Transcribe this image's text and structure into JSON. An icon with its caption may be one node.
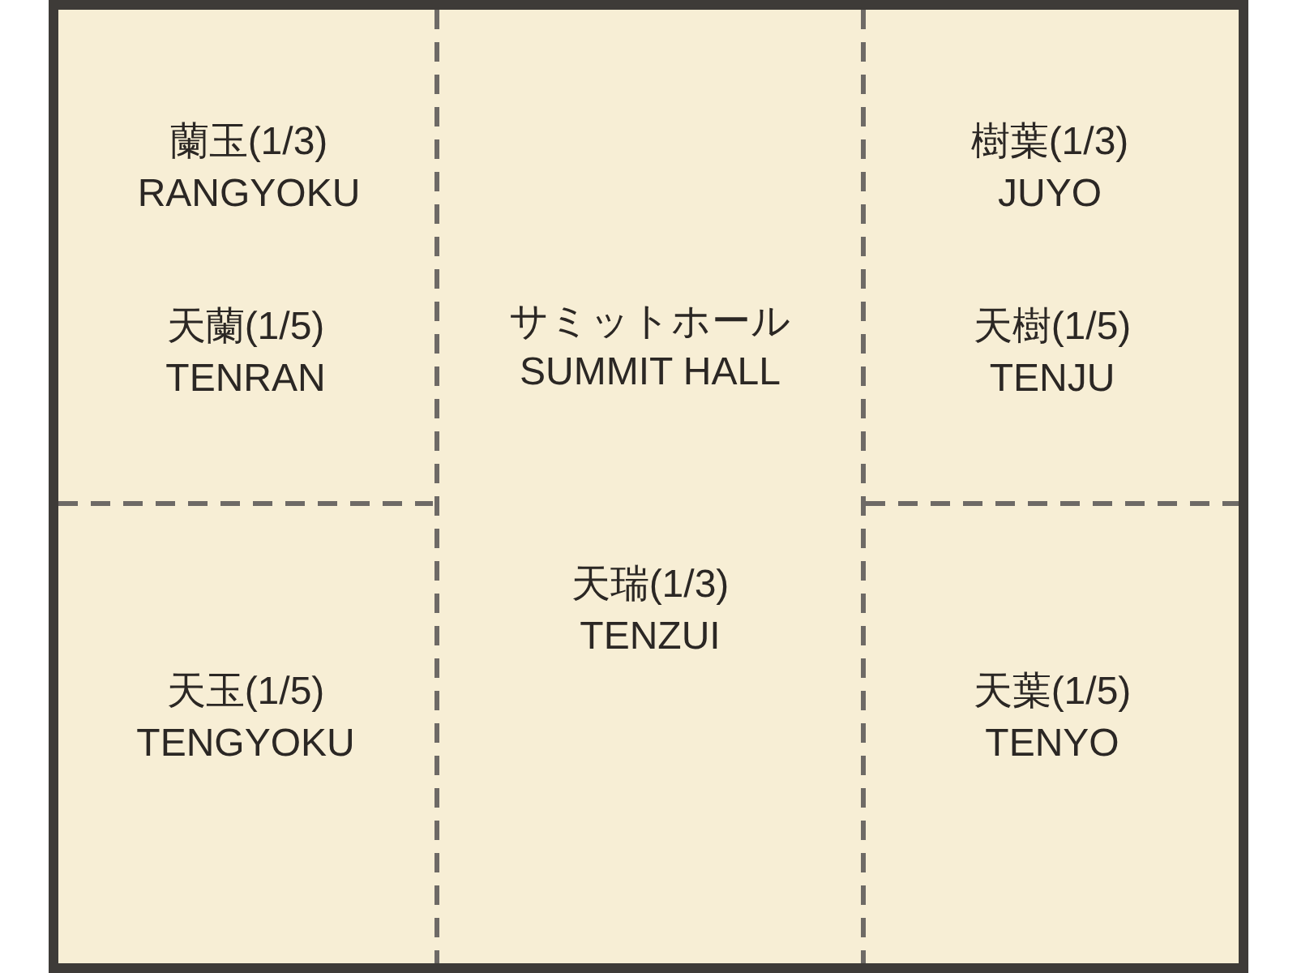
{
  "diagram": {
    "nodes": [
      {
        "text": [
          "サミットホール",
          "SUMMIT HALL"
        ]
      },
      {
        "text": [
          "蘭玉(1/3)",
          "RANGYOKU"
        ],
        "in": 0
      },
      {
        "text": [
          "天蘭(1/5)",
          "TENRAN"
        ],
        "in": 1
      },
      {
        "text": [
          "天玉(1/5)",
          "TENGYOKU"
        ],
        "in": 1
      },
      {
        "text": [
          "天瑞(1/3)",
          "TENZUI"
        ],
        "in": 0
      },
      {
        "text": [
          "樹葉(1/3)",
          "JUYO"
        ],
        "in": 0
      },
      {
        "text": [
          "天樹(1/5)",
          "TENJU"
        ],
        "in": 5
      },
      {
        "text": [
          "天葉(1/5)",
          "TENYO"
        ],
        "in": 5
      }
    ]
  }
}
